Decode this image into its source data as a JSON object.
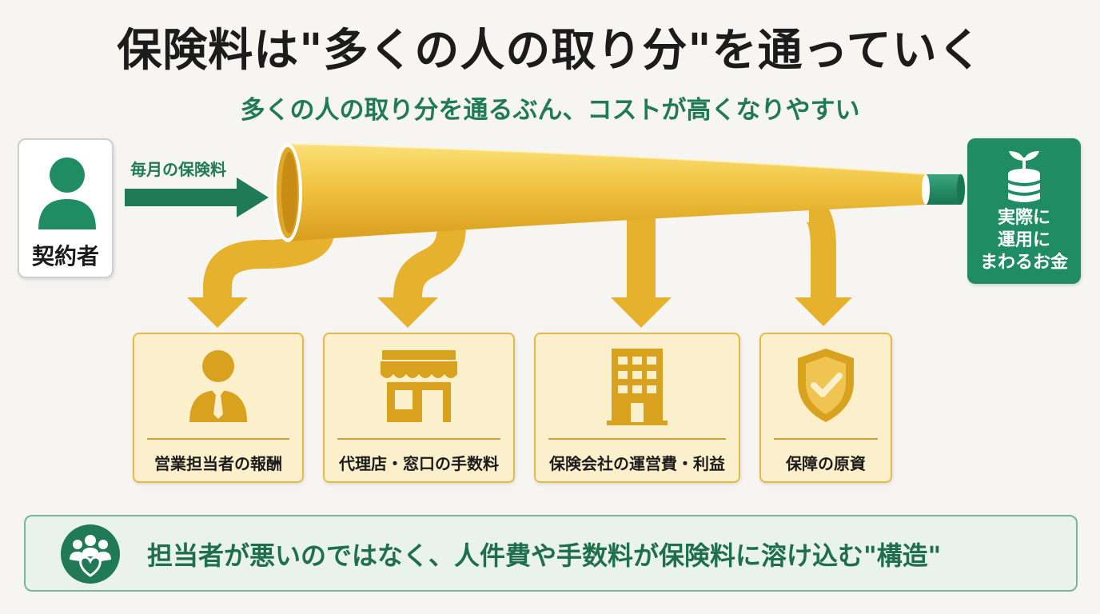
{
  "title": "保険料は\"多くの人の取り分\"を通っていく",
  "subtitle": "多くの人の取り分を通るぶん、コストが高くなりやすい",
  "contractor": {
    "label": "契約者",
    "icon": "person-icon"
  },
  "premium_arrow_label": "毎月の保険料",
  "real_money": {
    "line1": "実際に",
    "line2": "運用に",
    "line3": "まわるお金",
    "icon": "sprout-coins-icon"
  },
  "cost_items": [
    {
      "label": "営業担当者の報酬",
      "icon": "salesperson-icon"
    },
    {
      "label": "代理店・窓口の手数料",
      "icon": "storefront-icon"
    },
    {
      "label": "保険会社の運営費・利益",
      "icon": "building-icon"
    },
    {
      "label": "保障の原資",
      "icon": "shield-check-icon"
    }
  ],
  "bottom_message": "担当者が悪いのではなく、人件費や手数料が保険料に溶け込む\"構造\"",
  "colors": {
    "green": "#1f8c64",
    "gold": "#e8b830",
    "cream": "#fbf0cb"
  }
}
